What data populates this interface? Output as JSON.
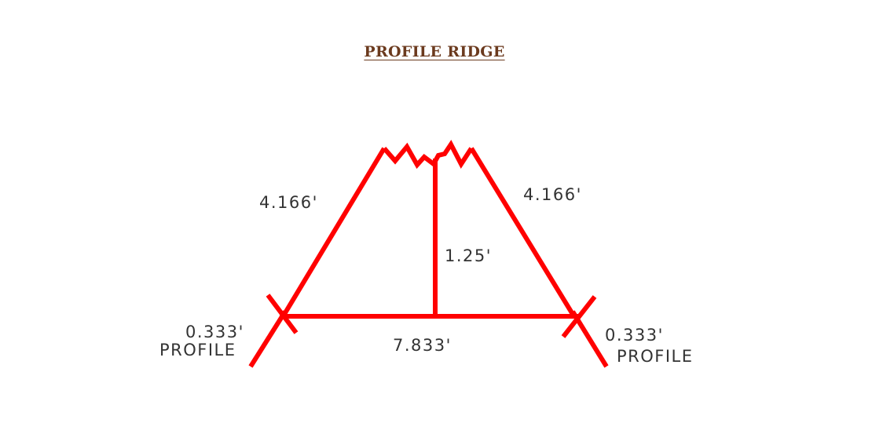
{
  "title": "PROFILE  RIDGE",
  "diagram": {
    "line_color": "#ff0000",
    "labels": {
      "left_slope": "4.166'",
      "right_slope": "4.166'",
      "height": "1.25'",
      "base": "7.833'",
      "left_profile_size": "0.333'",
      "left_profile_text": "PROFILE",
      "right_profile_size": "0.333'",
      "right_profile_text": "PROFILE"
    }
  }
}
